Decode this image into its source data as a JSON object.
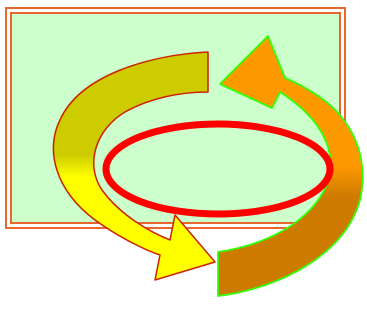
{
  "colors": {
    "background": "#ffffff",
    "frame_outer": "#e8672c",
    "frame_inner": "#e8672c",
    "panel_fill": "#ccffcc",
    "left_arrow_top": "#cccc00",
    "left_arrow_bottom": "#ffff00",
    "left_arrow_stroke": "#cc2200",
    "right_arrow_top": "#ff9900",
    "right_arrow_bottom": "#cc7a00",
    "right_arrow_stroke": "#33ff00",
    "center_ellipse_fill": "#ccffcc",
    "center_ellipse_stroke": "#ff0000"
  },
  "shapes": {
    "frame": "double-bordered-rectangle",
    "left_arrow": "curved-arrow-clockwise",
    "right_arrow": "curved-arrow-clockwise",
    "center": "ellipse-ring"
  }
}
